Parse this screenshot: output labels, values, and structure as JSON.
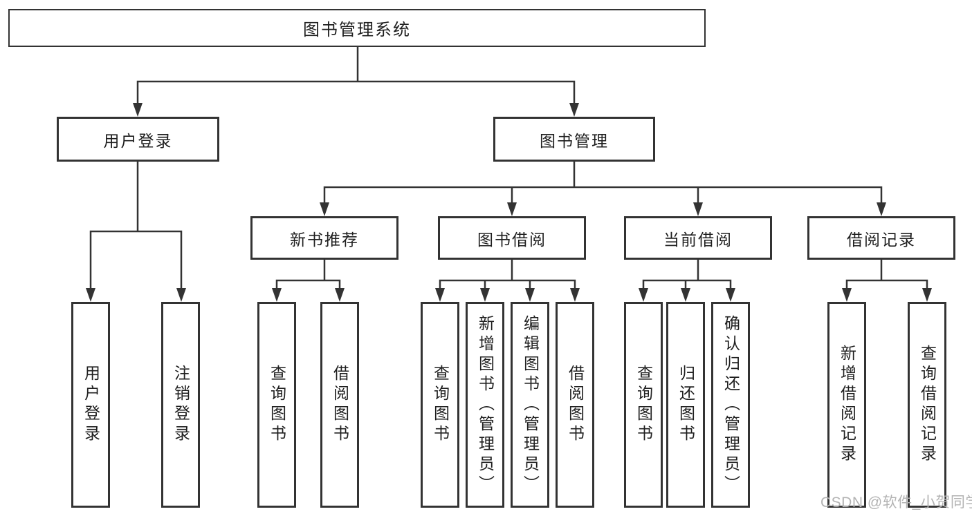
{
  "diagram": {
    "type": "hierarchy-tree",
    "colors": {
      "background": "#ffffff",
      "line": "#333333",
      "box_border": "#333333",
      "text": "#1f1f1f",
      "watermark": "#b3b3b3"
    }
  },
  "tree": {
    "label": "图书管理系统",
    "children": [
      {
        "label": "用户登录",
        "children": [
          {
            "label": "用户登录"
          },
          {
            "label": "注销登录"
          }
        ]
      },
      {
        "label": "图书管理",
        "children": [
          {
            "label": "新书推荐",
            "children": [
              {
                "label": "查询图书"
              },
              {
                "label": "借阅图书"
              }
            ]
          },
          {
            "label": "图书借阅",
            "children": [
              {
                "label": "查询图书"
              },
              {
                "label": "新增图书（管理员）"
              },
              {
                "label": "编辑图书（管理员）"
              },
              {
                "label": "借阅图书"
              }
            ]
          },
          {
            "label": "当前借阅",
            "children": [
              {
                "label": "查询图书"
              },
              {
                "label": "归还图书"
              },
              {
                "label": "确认归还（管理员）"
              }
            ]
          },
          {
            "label": "借阅记录",
            "children": [
              {
                "label": "新增借阅记录"
              },
              {
                "label": "查询借阅记录"
              }
            ]
          }
        ]
      }
    ]
  },
  "watermark": {
    "text": "CSDN @软件_小贺同学"
  }
}
